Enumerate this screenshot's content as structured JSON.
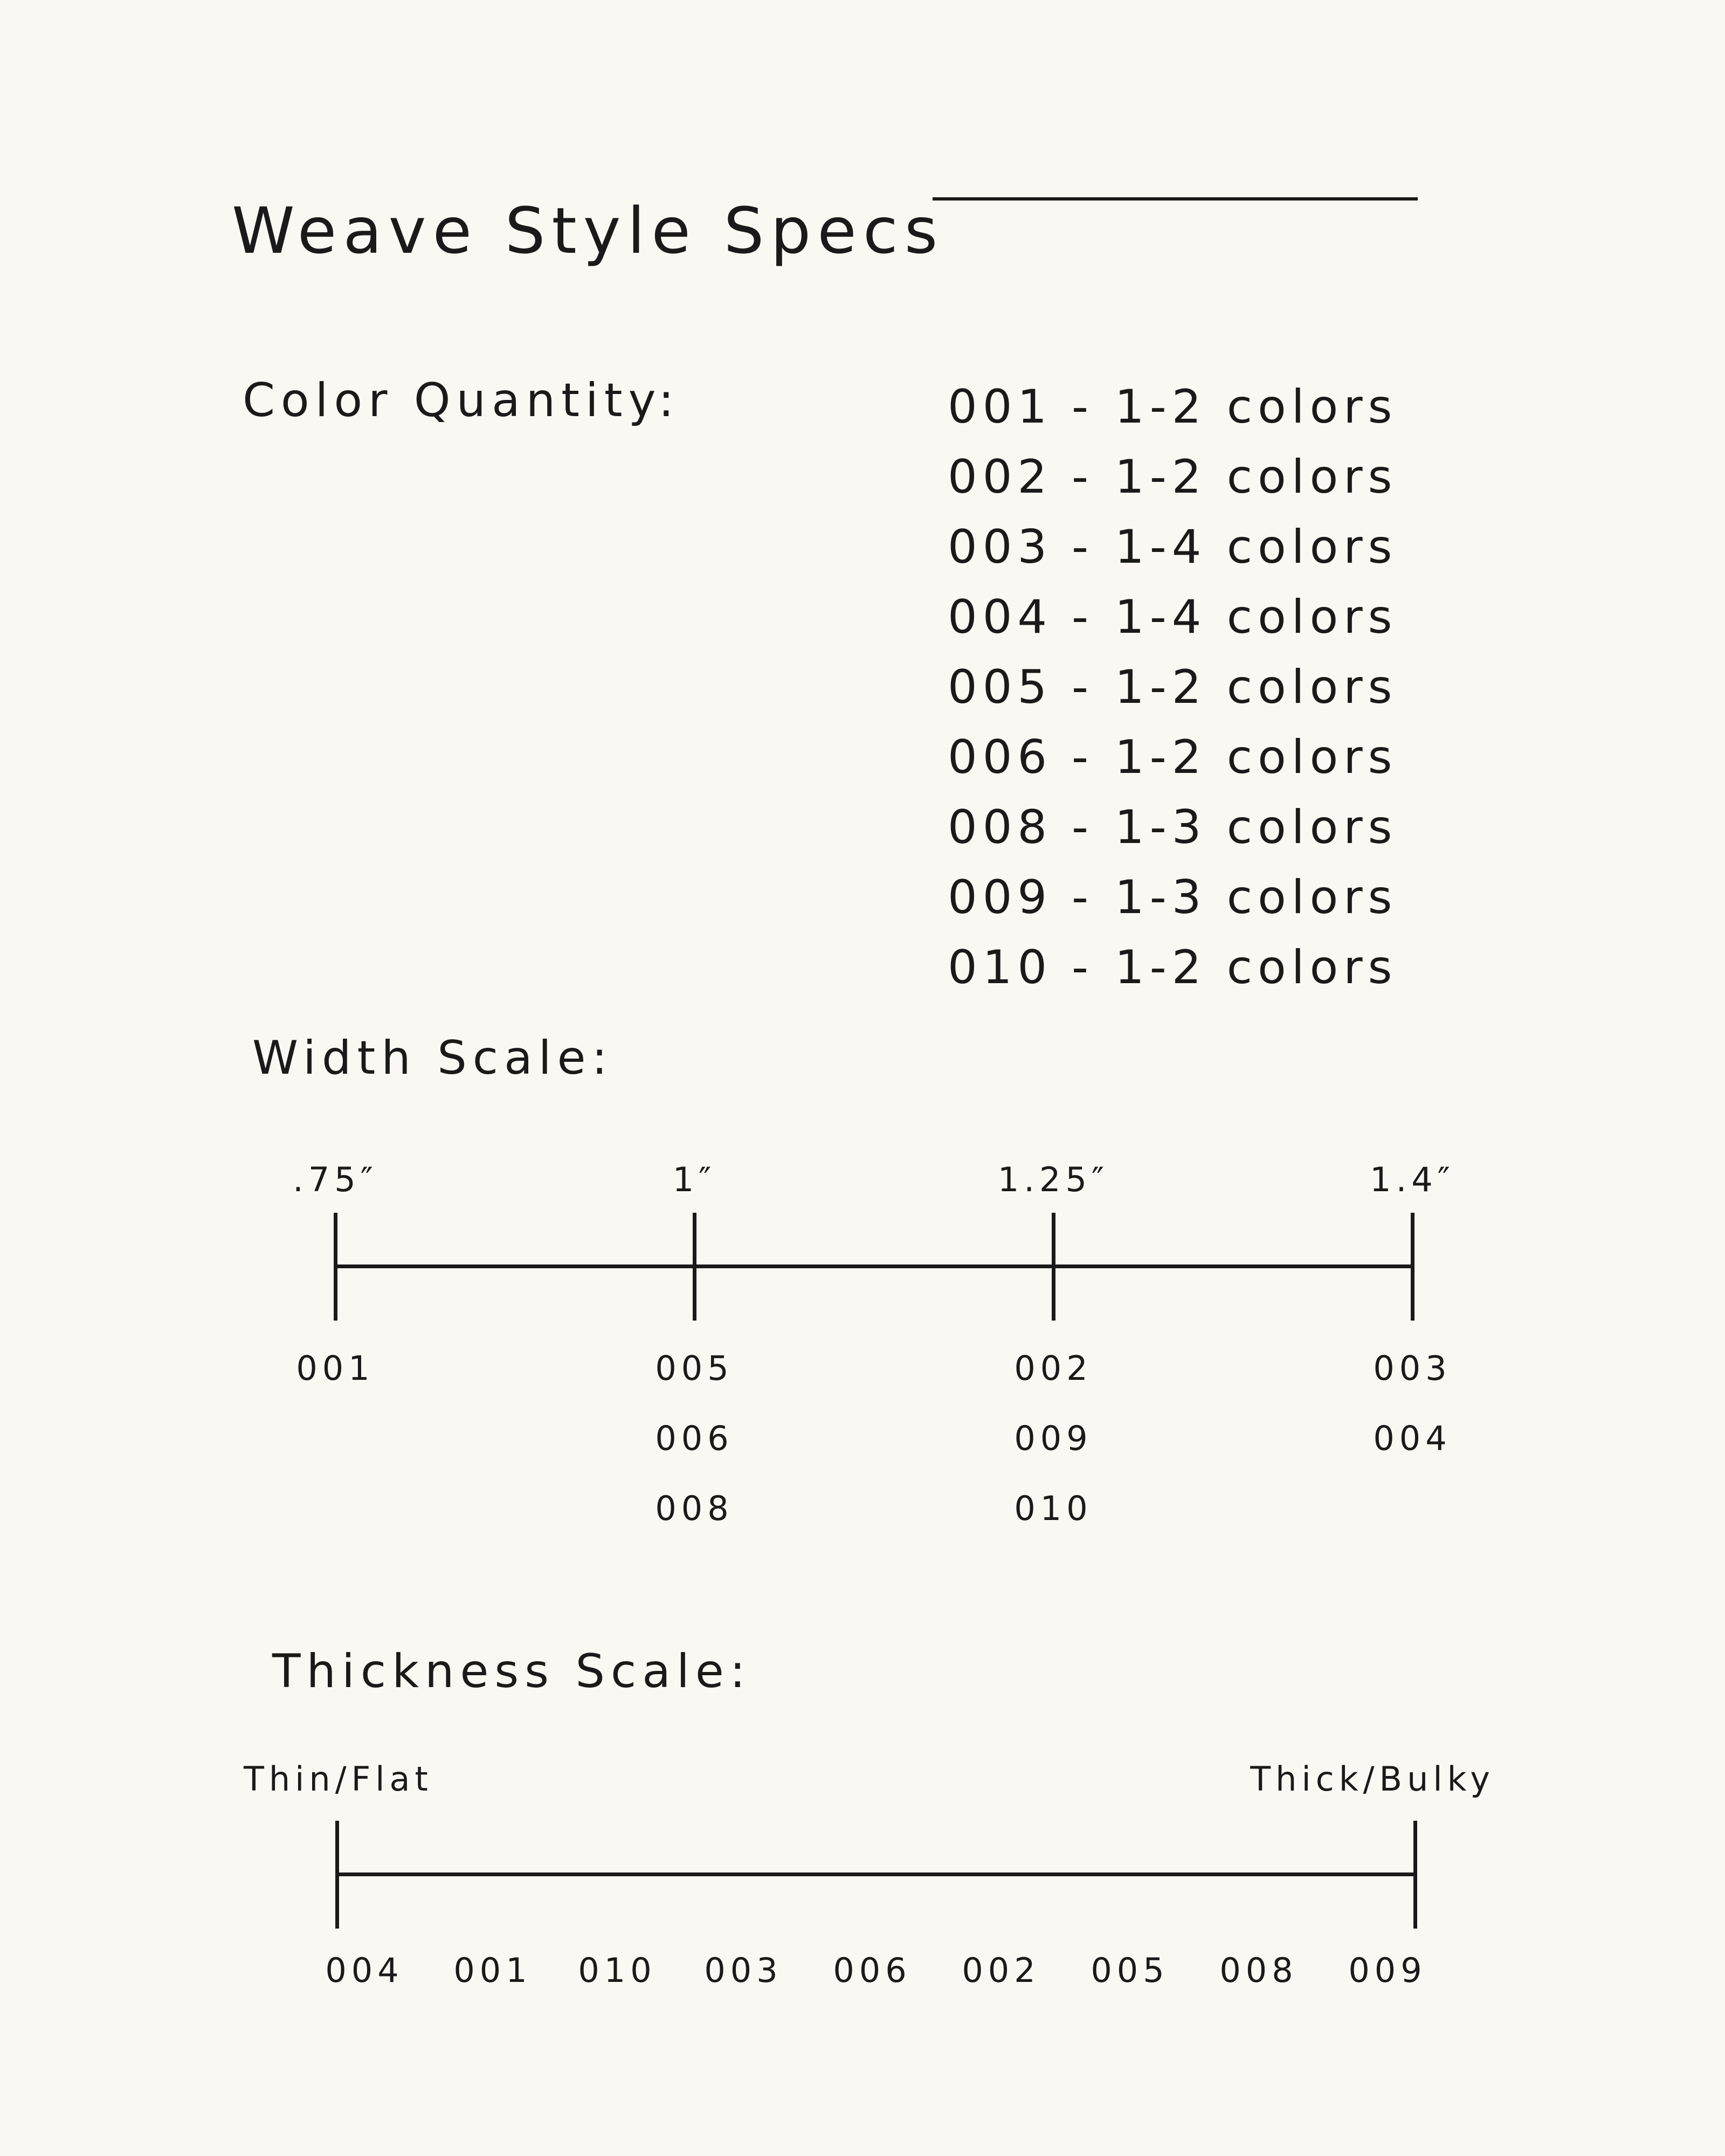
{
  "title": "Weave Style Specs",
  "color_quantity": {
    "heading": "Color Quantity:",
    "rows": [
      {
        "code": "001",
        "separator": "-",
        "colors": "1-2 colors"
      },
      {
        "code": "002",
        "separator": "-",
        "colors": "1-2 colors"
      },
      {
        "code": "003",
        "separator": "-",
        "colors": "1-4 colors"
      },
      {
        "code": "004",
        "separator": "-",
        "colors": "1-4 colors"
      },
      {
        "code": "005",
        "separator": "-",
        "colors": "1-2 colors"
      },
      {
        "code": "006",
        "separator": "-",
        "colors": "1-2 colors"
      },
      {
        "code": "008",
        "separator": "-",
        "colors": "1-3 colors"
      },
      {
        "code": "009",
        "separator": "-",
        "colors": "1-3 colors"
      },
      {
        "code": "010",
        "separator": "-",
        "colors": "1-2 colors"
      }
    ]
  },
  "width_scale": {
    "heading": "Width Scale:",
    "ticks": [
      {
        "label": ".75″",
        "codes": [
          "001"
        ]
      },
      {
        "label": "1″",
        "codes": [
          "005",
          "006",
          "008"
        ]
      },
      {
        "label": "1.25″",
        "codes": [
          "002",
          "009",
          "010"
        ]
      },
      {
        "label": "1.4″",
        "codes": [
          "003",
          "004"
        ]
      }
    ]
  },
  "thickness_scale": {
    "heading": "Thickness Scale:",
    "start_label": "Thin/Flat",
    "end_label": "Thick/Bulky",
    "order": [
      "004",
      "001",
      "010",
      "003",
      "006",
      "002",
      "005",
      "008",
      "009"
    ]
  }
}
